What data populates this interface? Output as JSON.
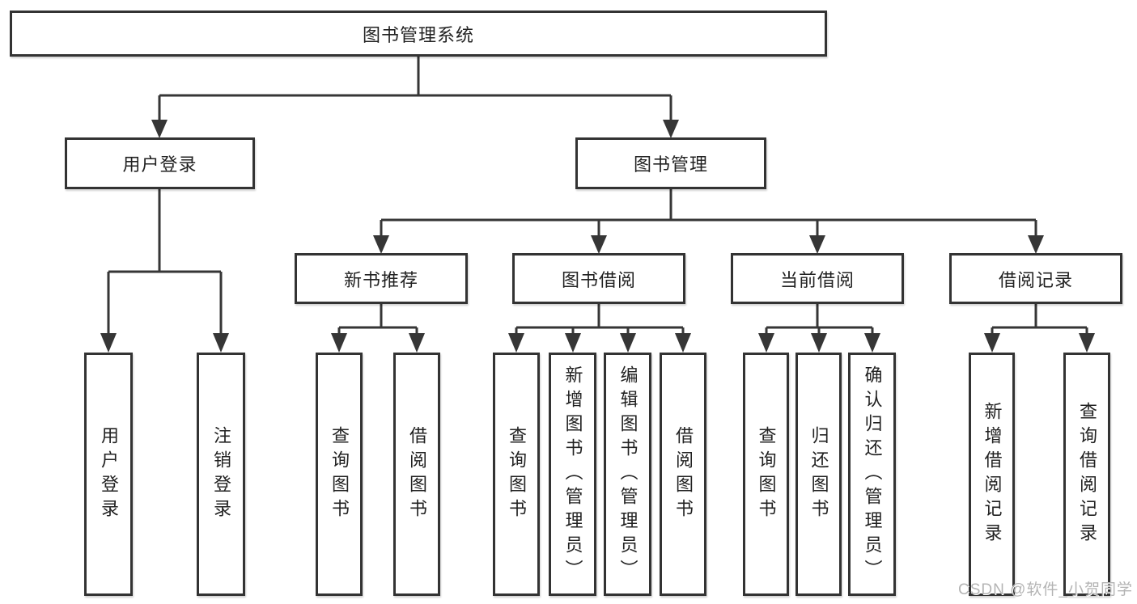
{
  "diagram": {
    "title": "图书管理系统",
    "root": {
      "label": "图书管理系统",
      "children": [
        {
          "label": "用户登录",
          "children": [
            {
              "label": "用户登录"
            },
            {
              "label": "注销登录"
            }
          ]
        },
        {
          "label": "图书管理",
          "children": [
            {
              "label": "新书推荐",
              "children": [
                {
                  "label": "查询图书"
                },
                {
                  "label": "借阅图书"
                }
              ]
            },
            {
              "label": "图书借阅",
              "children": [
                {
                  "label": "查询图书"
                },
                {
                  "label": "新增图书（管理员）"
                },
                {
                  "label": "编辑图书（管理员）"
                },
                {
                  "label": "借阅图书"
                }
              ]
            },
            {
              "label": "当前借阅",
              "children": [
                {
                  "label": "查询图书"
                },
                {
                  "label": "归还图书"
                },
                {
                  "label": "确认归还（管理员）"
                }
              ]
            },
            {
              "label": "借阅记录",
              "children": [
                {
                  "label": "新增借阅记录"
                },
                {
                  "label": "查询借阅记录"
                }
              ]
            }
          ]
        }
      ]
    },
    "colors": {
      "line": "#363636",
      "box_border": "#333333",
      "box_fill": "#ffffff",
      "text": "#222222",
      "background": "#ffffff",
      "watermark": "#b4b4b4"
    }
  },
  "watermark": {
    "text": "CSDN @软件_小贺同学"
  }
}
